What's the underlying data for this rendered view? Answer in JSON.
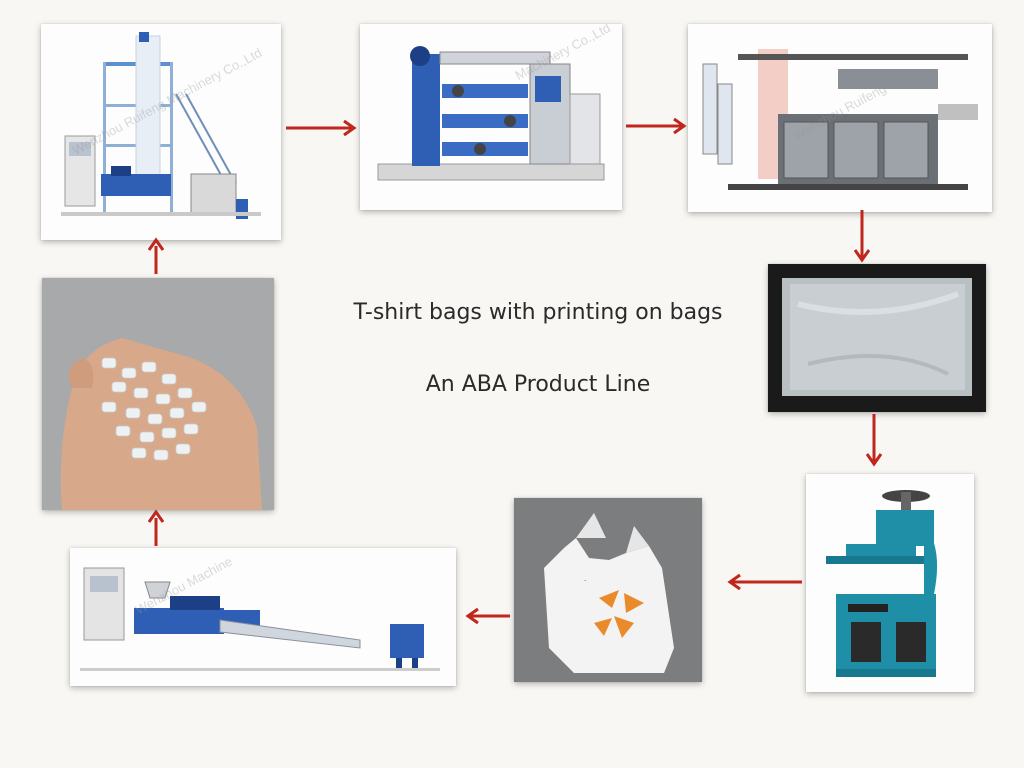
{
  "center": {
    "title": "T-shirt bags with printing on bags",
    "subtitle": "An ABA Product Line"
  },
  "watermarks": {
    "film_blowing": "Wenzhou Ruifeng Machinery Co.,Ltd",
    "printing": "Machinery Co.,Ltd",
    "bag_making": "Wenzhou Ruifeng",
    "recycling": "Wenzhou Machine"
  },
  "steps": [
    {
      "id": "film-blowing-machine",
      "image": "film blowing machine"
    },
    {
      "id": "flexo-printing-machine",
      "image": "flexo printing machine"
    },
    {
      "id": "bag-making-machine",
      "image": "bag making machine"
    },
    {
      "id": "plain-film-bag",
      "image": "plastic film bag"
    },
    {
      "id": "punching-machine",
      "image": "hydraulic punching machine"
    },
    {
      "id": "printed-tshirt-bag",
      "image": "printed T-shirt bag"
    },
    {
      "id": "recycling-extruder",
      "image": "recycling pelletizing extruder"
    },
    {
      "id": "plastic-granules",
      "image": "plastic granules in hand"
    }
  ],
  "colors": {
    "arrow": "#c0261c",
    "machine_blue": "#2f5fb5",
    "machine_teal": "#1f8fa8",
    "background": "#f8f7f3"
  }
}
